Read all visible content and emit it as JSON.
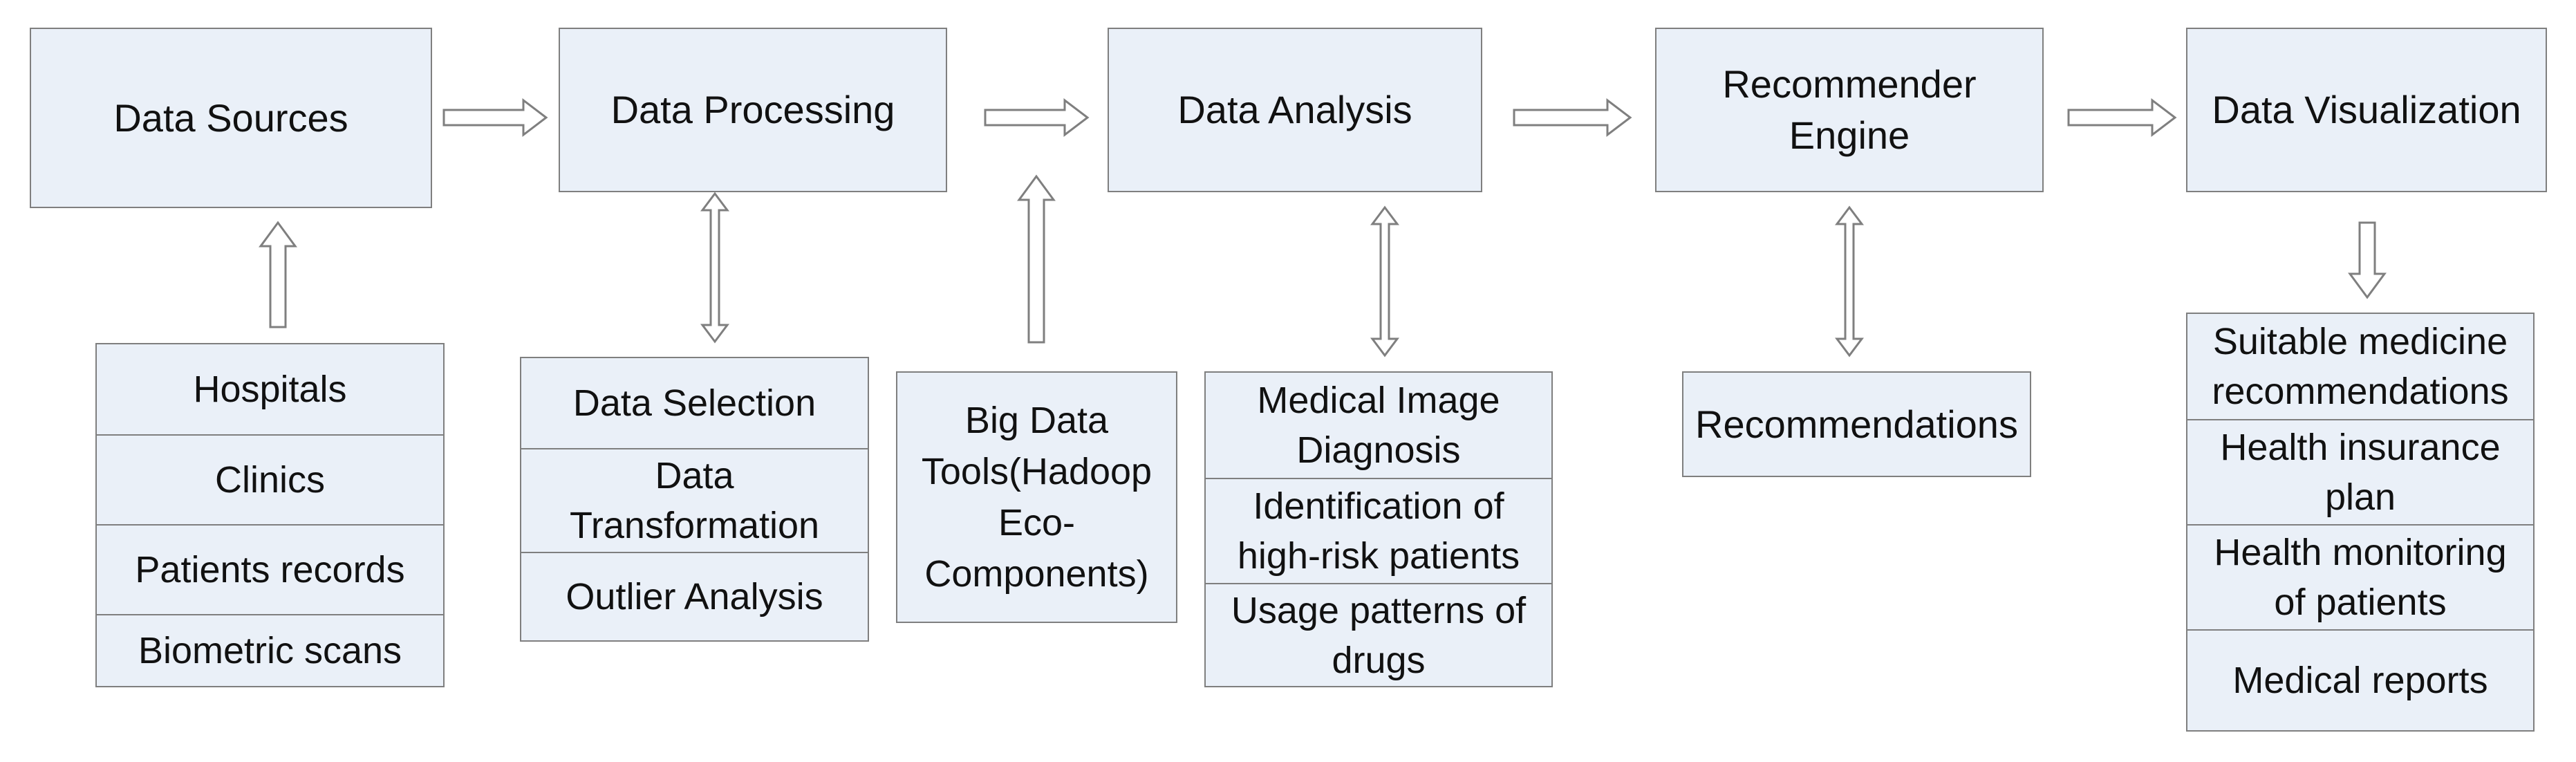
{
  "stages": {
    "data_sources": "Data Sources",
    "data_processing": "Data Processing",
    "data_analysis": "Data Analysis",
    "recommender_engine": "Recommender\nEngine",
    "data_visualization": "Data Visualization"
  },
  "sources": [
    "Hospitals",
    "Clinics",
    "Patients records",
    "Biometric scans"
  ],
  "processing": [
    "Data Selection",
    "Data\nTransformation",
    "Outlier Analysis"
  ],
  "tools": "Big Data\nTools(Hadoop\nEco-\nComponents)",
  "analysis": [
    "Medical Image\nDiagnosis",
    "Identification of\nhigh-risk patients",
    "Usage patterns of\ndrugs"
  ],
  "recommendations": "Recommendations",
  "visualization": [
    "Suitable medicine\nrecommendations",
    "Health insurance\nplan",
    "Health monitoring\nof patients",
    "Medical reports"
  ],
  "colors": {
    "box_fill": "#eaf0f8",
    "border": "#7f7f7f"
  }
}
